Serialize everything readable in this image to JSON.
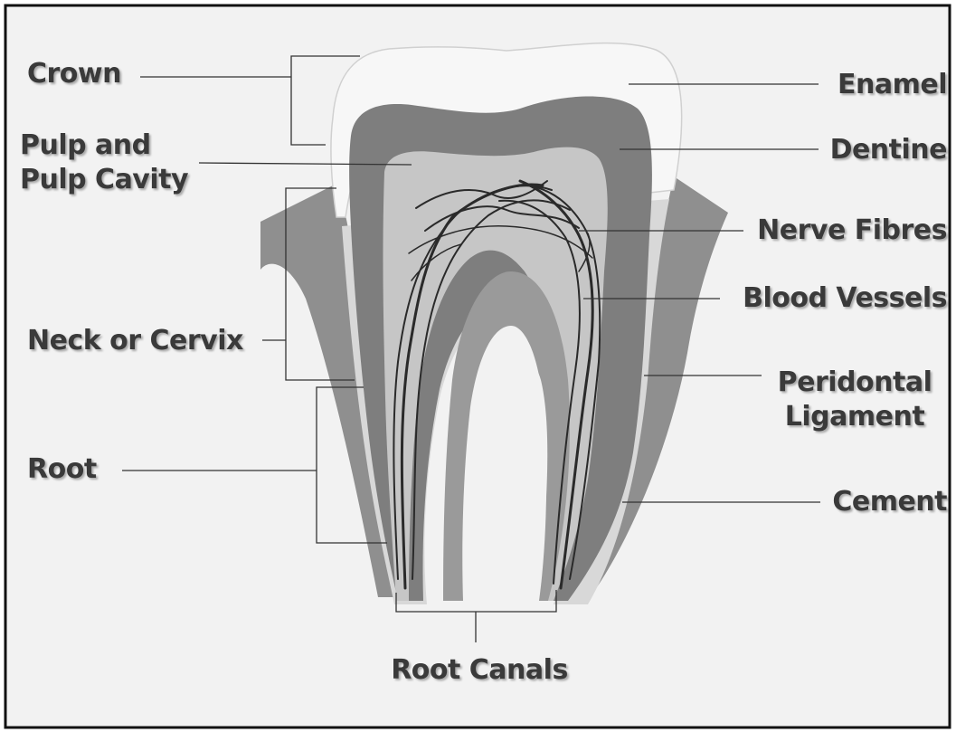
{
  "diagram": {
    "labels": {
      "crown": "Crown",
      "pulp_line1": "Pulp and",
      "pulp_line2": "Pulp Cavity",
      "neck": "Neck or Cervix",
      "root": "Root",
      "root_canals": "Root Canals",
      "enamel": "Enamel",
      "dentine": "Dentine",
      "nerve_fibres": "Nerve Fibres",
      "blood_vessels": "Blood Vessels",
      "periodontal_line1": "Peridontal",
      "periodontal_line2": "Ligament",
      "cement": "Cement"
    },
    "colors": {
      "background": "#f2f2f2",
      "border": "#111111",
      "enamel": "#f7f7f7",
      "dentine": "#7e7e7e",
      "pulp": "#c6c6c6",
      "gum": "#8f8f8f",
      "vessels": "#2a2a2a",
      "label_text": "#3a3a3a",
      "leader_line": "#333333"
    }
  }
}
